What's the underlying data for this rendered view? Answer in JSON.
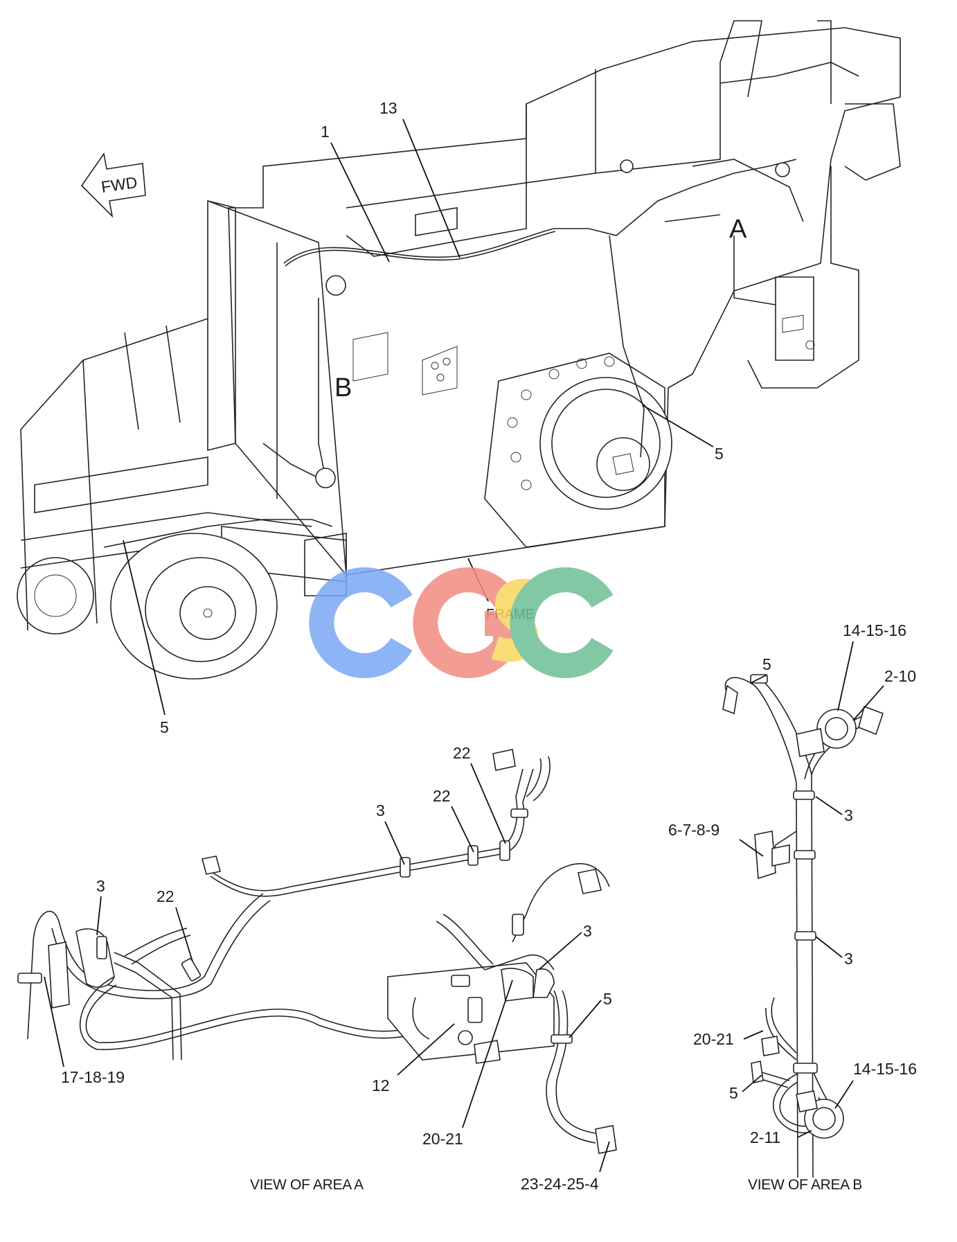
{
  "orientation_label": "FWD",
  "area_markers": {
    "a": "A",
    "b": "B"
  },
  "frame_label": "FRAME",
  "watermark": {
    "text": "CGSC",
    "colors": [
      "#7aa7f4",
      "#f28b82",
      "#f9d65c",
      "#6dbf95"
    ]
  },
  "main_view_callouts": {
    "c1": "1",
    "c13": "13",
    "c5_right": "5",
    "c5_bottom": "5"
  },
  "view_a": {
    "caption": "VIEW OF AREA  A",
    "callouts": {
      "c22_top": "22",
      "c22_mid": "22",
      "c3_top": "3",
      "c22_left": "22",
      "c3_left": "3",
      "c3_right": "3",
      "c5": "5",
      "c17_18_19": "17-18-19",
      "c12": "12",
      "c20_21": "20-21",
      "c23_24_25_4": "23-24-25-4"
    }
  },
  "view_b": {
    "caption": "VIEW OF AREA B",
    "callouts": {
      "c5_top": "5",
      "c14_15_16_top": "14-15-16",
      "c2_10": "2-10",
      "c3_upper": "3",
      "c6_7_8_9": "6-7-8-9",
      "c3_lower": "3",
      "c20_21": "20-21",
      "c14_15_16_bottom": "14-15-16",
      "c5_bottom": "5",
      "c2_11": "2-11"
    }
  }
}
